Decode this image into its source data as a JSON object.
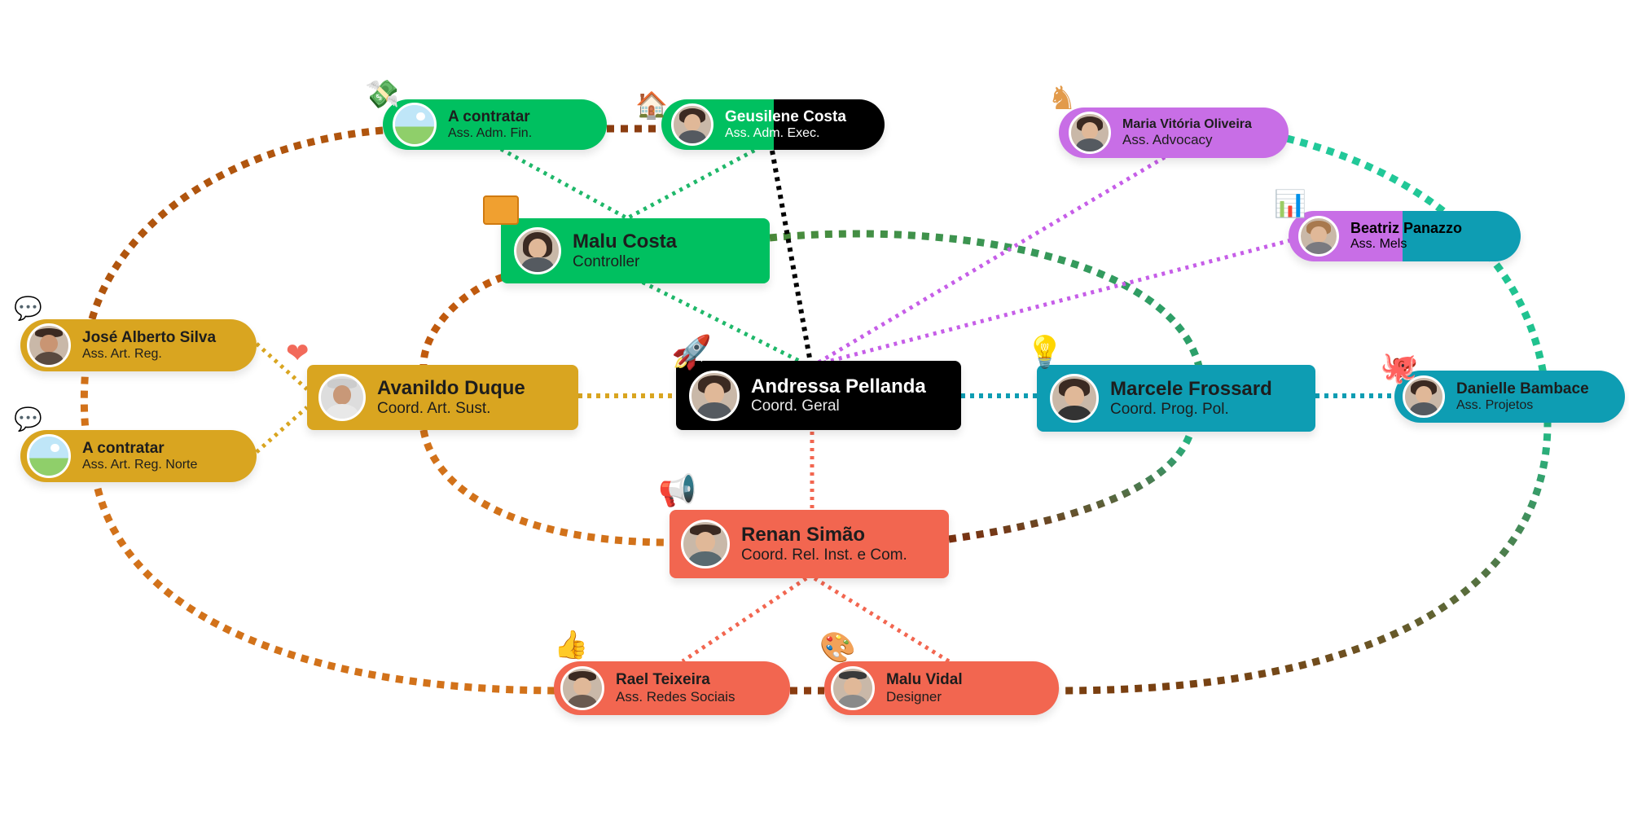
{
  "nodes": {
    "andressa": {
      "name": "Andressa Pellanda",
      "role": "Coord. Geral",
      "icon": "rocket-icon"
    },
    "avanildo": {
      "name": "Avanildo Duque",
      "role": "Coord. Art. Sust.",
      "icon": "heart-hands-icon"
    },
    "marcele": {
      "name": "Marcele Frossard",
      "role": "Coord. Prog. Pol.",
      "icon": "lightbulb-icon"
    },
    "renan": {
      "name": "Renan Simão",
      "role": "Coord. Rel. Inst. e Com.",
      "icon": "megaphone-icon"
    },
    "malu_costa": {
      "name": "Malu Costa",
      "role": "Controller",
      "icon": "safe-icon"
    },
    "contratar_fin": {
      "name": "A contratar",
      "role": "Ass. Adm. Fin.",
      "icon": "money-icon"
    },
    "geusilene": {
      "name": "Geusilene Costa",
      "role": "Ass. Adm. Exec.",
      "icon": "house-icon"
    },
    "maria": {
      "name": "Maria Vitória Oliveira",
      "role": "Ass. Advocacy",
      "icon": "chess-knight-icon"
    },
    "beatriz": {
      "name": "Beatriz Panazzo",
      "role": "Ass. Mels",
      "icon": "chart-magnifier-icon"
    },
    "danielle": {
      "name": "Danielle Bambace",
      "role": "Ass. Projetos",
      "icon": "octopus-icon"
    },
    "jose": {
      "name": "José Alberto Silva",
      "role": "Ass. Art. Reg.",
      "icon": "chat-bubbles-icon"
    },
    "contratar_norte": {
      "name": "A contratar",
      "role": "Ass. Art. Reg. Norte",
      "icon": "chat-bubbles-icon"
    },
    "rael": {
      "name": "Rael Teixeira",
      "role": "Ass. Redes Sociais",
      "icon": "social-like-icon"
    },
    "malu_vidal": {
      "name": "Malu Vidal",
      "role": "Designer",
      "icon": "palette-icon"
    }
  },
  "colors": {
    "green": "#00c060",
    "gold": "#d9a520",
    "black": "#000000",
    "teal": "#0e9db3",
    "coral": "#f26650",
    "purple": "#c86ee6",
    "orange_dashes": "#d2721a",
    "brown_dashes": "#8b3d10",
    "mint_dashes": "#1fc79a",
    "olive_dashes": "#5a7a3a"
  }
}
